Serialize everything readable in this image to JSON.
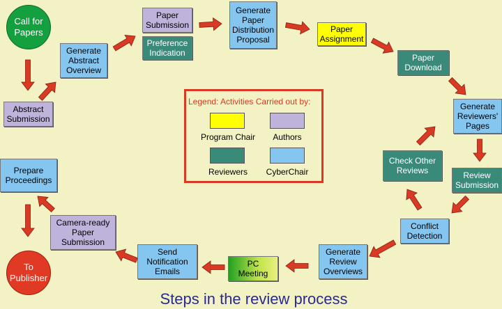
{
  "caption": "Steps in the review process",
  "colors": {
    "authors": "#bfb3dc",
    "reviewers": "#3a8a7a",
    "cyberchair": "#85c6f0",
    "program_chair": "#ffff00",
    "arrow": "#d83a24",
    "background": "#f2f2c4"
  },
  "legend": {
    "title": "Legend: Activities Carried out by:",
    "items": [
      {
        "label": "Program Chair",
        "color": "#ffff00"
      },
      {
        "label": "Authors",
        "color": "#bfb3dc"
      },
      {
        "label": "Reviewers",
        "color": "#3a8a7a"
      },
      {
        "label": "CyberChair",
        "color": "#85c6f0"
      }
    ]
  },
  "nodes": {
    "call_for_papers": "Call for\nPapers",
    "abstract_submission": "Abstract\nSubmission",
    "generate_abstract_overview": "Generate\nAbstract\nOverview",
    "paper_submission": "Paper\nSubmission",
    "preference_indication": "Preference\nIndication",
    "generate_distribution_proposal": "Generate\nPaper\nDistribution\nProposal",
    "paper_assignment": "Paper\nAssignment",
    "paper_download": "Paper\nDownload",
    "generate_reviewers_pages": "Generate\nReviewers'\nPages",
    "review_submission": "Review\nSubmission",
    "conflict_detection": "Conflict\nDetection",
    "check_other_reviews": "Check Other\nReviews",
    "generate_review_overviews": "Generate\nReview\nOverviews",
    "pc_meeting": "PC\nMeeting",
    "send_notification_emails": "Send\nNotification\nEmails",
    "camera_ready_submission": "Camera-ready\nPaper\nSubmission",
    "prepare_proceedings": "Prepare\nProceedings",
    "to_publisher": "To\nPublisher"
  }
}
